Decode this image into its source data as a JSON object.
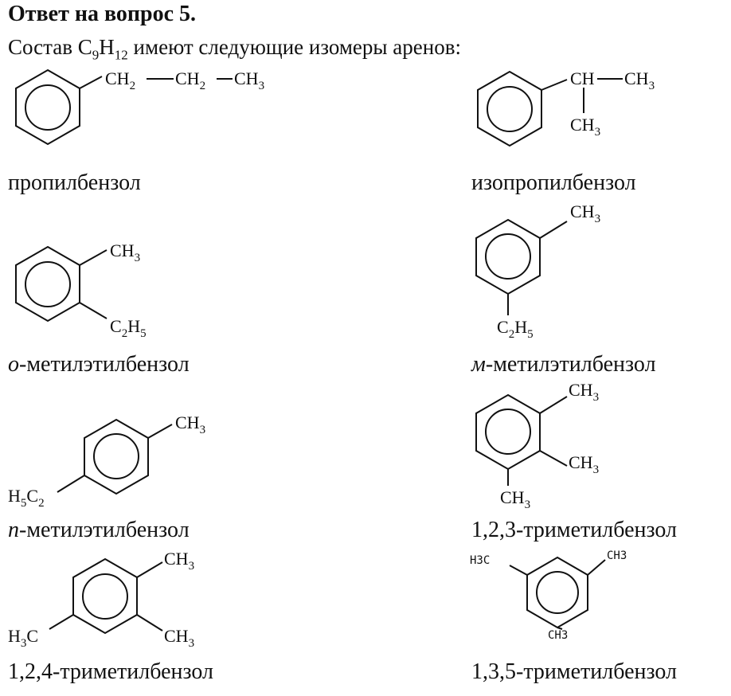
{
  "header": {
    "title": "Ответ на вопрос 5.",
    "intro_before": "Состав C",
    "intro_sub1": "9",
    "intro_mid": "H",
    "intro_sub2": "12",
    "intro_after": " имеют следующие изомеры аренов:"
  },
  "isomers": [
    {
      "key": "propylbenzene",
      "name": "пропилбензол",
      "prefix": "",
      "labels": {
        "chain1": "CH",
        "chain1sub": "2",
        "chain2": "CH",
        "chain2sub": "2",
        "chain3": "CH",
        "chain3sub": "3"
      }
    },
    {
      "key": "isopropylbenzene",
      "name": "изопропилбензол",
      "prefix": "",
      "labels": {
        "ch": "CH",
        "me1": "CH",
        "me1sub": "3",
        "me2": "CH",
        "me2sub": "3"
      }
    },
    {
      "key": "o-methylethylbenzene",
      "name": "-метилэтилбензол",
      "prefix": "о",
      "labels": {
        "me": "CH",
        "mesub": "3",
        "et": "C",
        "etsub1": "2",
        "eth": "H",
        "etsub2": "5"
      }
    },
    {
      "key": "m-methylethylbenzene",
      "name": "-метилэтилбензол",
      "prefix": "м",
      "labels": {
        "me": "CH",
        "mesub": "3",
        "et": "C",
        "etsub1": "2",
        "eth": "H",
        "etsub2": "5"
      }
    },
    {
      "key": "p-methylethylbenzene",
      "name": "-метилэтилбензол",
      "prefix": "п",
      "labels": {
        "me": "CH",
        "mesub": "3",
        "et1": "H",
        "etsub1": "5",
        "et2": "C",
        "etsub2": "2"
      }
    },
    {
      "key": "123-trimethylbenzene",
      "name": "1,2,3-триметилбензол",
      "prefix": "",
      "labels": {
        "me": "CH",
        "mesub": "3"
      }
    },
    {
      "key": "124-trimethylbenzene",
      "name": "1,2,4-триметилбензол",
      "prefix": "",
      "labels": {
        "me": "CH",
        "mesub": "3",
        "left": "H",
        "leftsub": "3",
        "leftc": "C"
      }
    },
    {
      "key": "135-trimethylbenzene",
      "name": "1,3,5-триметилбензол",
      "prefix": "",
      "labels": {
        "h3c": "H3C",
        "ch3": "CH3"
      }
    }
  ]
}
